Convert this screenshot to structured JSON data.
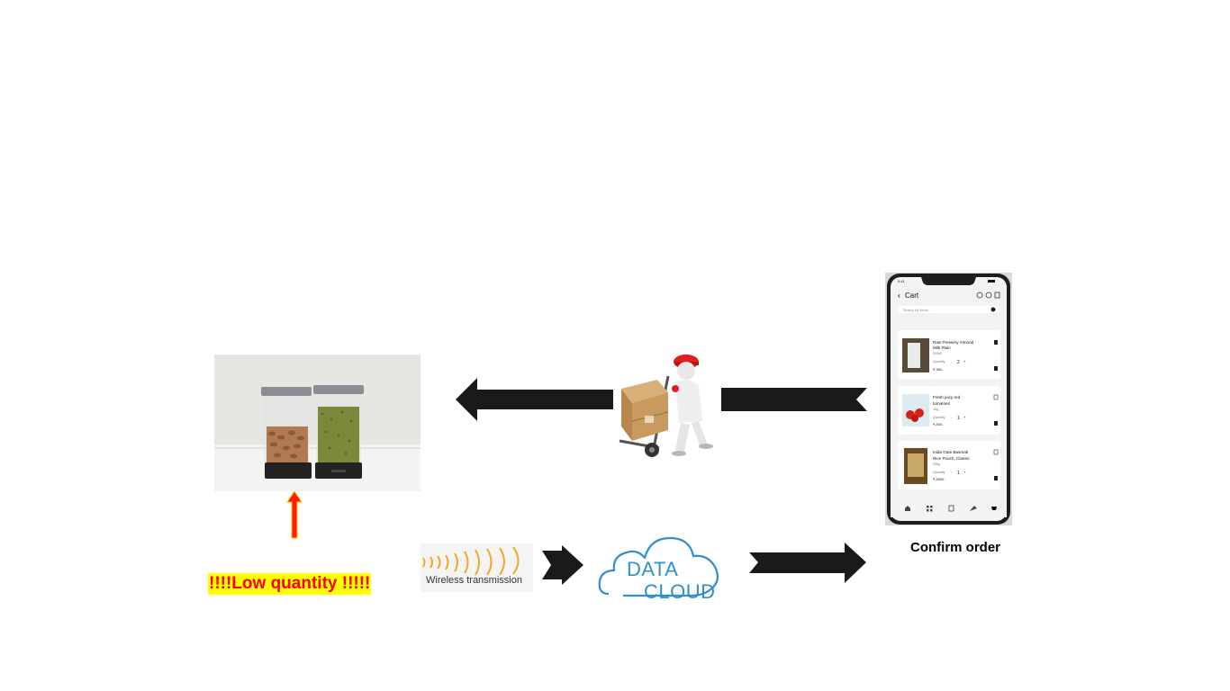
{
  "labels": {
    "low_quantity": "!!!!Low quantity !!!!!",
    "wireless": "Wireless transmission",
    "cloud_line1": "DATA",
    "cloud_line2": "CLOUD",
    "confirm_order": "Confirm order"
  },
  "phone": {
    "time": "9:41",
    "title": "Cart",
    "search_placeholder": "Search for items...",
    "items": [
      {
        "name_1": "Raw Pressery Almond",
        "name_2": "Milk Plain",
        "size": "200ml",
        "qty_label": "Quantity",
        "qty": "2",
        "price": "₹ 150/-"
      },
      {
        "name_1": "Fresh juicy red",
        "name_2": "tomatoes",
        "size": "1kg",
        "qty_label": "Quantity",
        "qty": "1",
        "price": "₹ 200/-"
      },
      {
        "name_1": "India Gate Basmati",
        "name_2": "Rice Pouch, Classic",
        "size": "25kg",
        "qty_label": "Quantity",
        "qty": "1",
        "price": "₹ 2400/-"
      }
    ]
  },
  "colors": {
    "arrow": "#1a1a1a",
    "up_arrow": "#ff0000",
    "up_arrow_outline": "#ffcc00",
    "highlight": "#ffff00",
    "cloud": "#2f8fd0",
    "signal": "#f5a623"
  },
  "icons": [
    "left-arrow-icon",
    "right-arrow-icon",
    "up-arrow-icon",
    "wireless-signal-icon",
    "cloud-icon",
    "delivery-person-icon",
    "phone-icon"
  ]
}
